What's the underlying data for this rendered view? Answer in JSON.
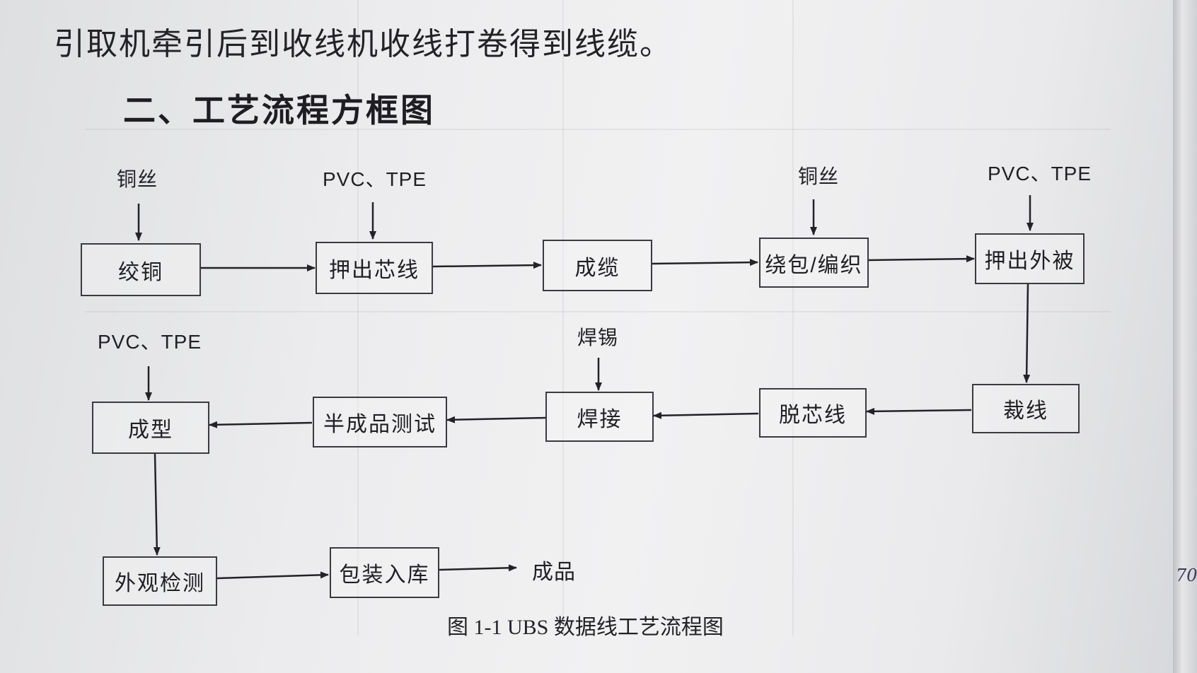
{
  "document": {
    "intro_line": "引取机牵引后到收线机收线打卷得到线缆。",
    "section_heading": "二、工艺流程方框图",
    "caption": "图 1-1    UBS 数据线工艺流程图"
  },
  "diagram": {
    "nodes": {
      "n1": "绞铜",
      "n2": "押出芯线",
      "n3": "成缆",
      "n4": "绕包/编织",
      "n5": "押出外被",
      "n6": "裁线",
      "n7": "脱芯线",
      "n8": "焊接",
      "n9": "半成品测试",
      "n10": "成型",
      "n11": "外观检测",
      "n12": "包装入库"
    },
    "inputs": {
      "i1": "铜丝",
      "i2": "PVC、TPE",
      "i3": "铜丝",
      "i4": "PVC、TPE",
      "i5": "焊锡",
      "i6": "PVC、TPE"
    },
    "output": "成品",
    "edges": [
      [
        "i1",
        "n1"
      ],
      [
        "i2",
        "n2"
      ],
      [
        "i3",
        "n4"
      ],
      [
        "i4",
        "n5"
      ],
      [
        "i5",
        "n8"
      ],
      [
        "i6",
        "n10"
      ],
      [
        "n1",
        "n2"
      ],
      [
        "n2",
        "n3"
      ],
      [
        "n3",
        "n4"
      ],
      [
        "n4",
        "n5"
      ],
      [
        "n5",
        "n6"
      ],
      [
        "n6",
        "n7"
      ],
      [
        "n7",
        "n8"
      ],
      [
        "n8",
        "n9"
      ],
      [
        "n9",
        "n10"
      ],
      [
        "n10",
        "n11"
      ],
      [
        "n11",
        "n12"
      ],
      [
        "n12",
        "output"
      ]
    ]
  }
}
